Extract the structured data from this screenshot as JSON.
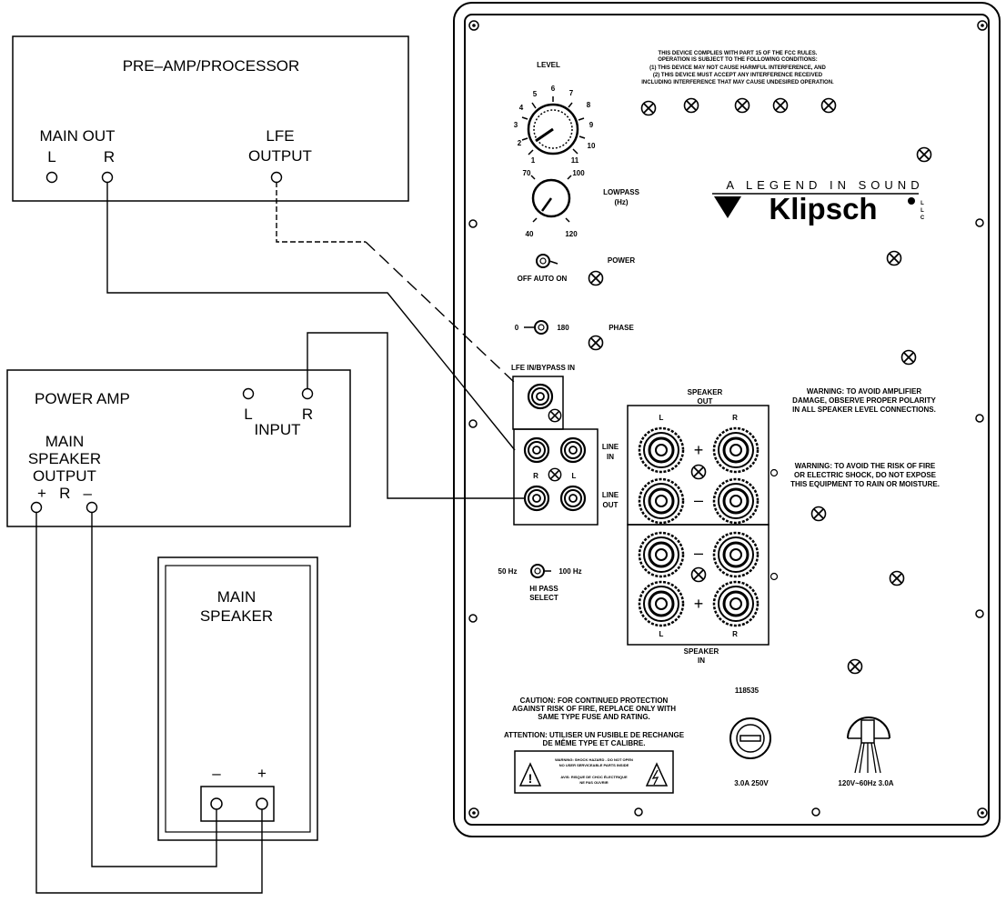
{
  "preamp": {
    "title": "PRE–AMP/PROCESSOR",
    "main_out": "MAIN  OUT",
    "l": "L",
    "r": "R",
    "lfe": "LFE",
    "output": "OUTPUT"
  },
  "power_amp": {
    "title": "POWER AMP",
    "main": "MAIN",
    "speaker": "SPEAKER",
    "output": "OUTPUT",
    "polarity": "+   R   –",
    "l": "L",
    "r": "R",
    "input": "INPUT"
  },
  "main_speaker": {
    "line1": "MAIN",
    "line2": "SPEAKER",
    "minus": "–",
    "plus": "+"
  },
  "panel": {
    "fcc_notice": [
      "THIS DEVICE COMPLIES WITH PART 15 OF THE FCC RULES.",
      "OPERATION IS SUBJECT TO THE FOLLOWING CONDITIONS:",
      "(1) THIS DEVICE MAY NOT CAUSE HARMFUL INTERFERENCE, AND",
      "(2) THIS DEVICE MUST ACCEPT ANY INTERFERENCE RECEIVED",
      "INCLUDING INTERFERENCE THAT MAY CAUSE UNDESIRED OPERATION."
    ],
    "level_label": "LEVEL",
    "level_ticks": [
      "1",
      "2",
      "3",
      "4",
      "5",
      "6",
      "7",
      "8",
      "9",
      "10",
      "11"
    ],
    "lowpass_label": "LOWPASS",
    "lowpass_unit": "(Hz)",
    "lowpass_ticks": [
      "70",
      "100",
      "40",
      "120"
    ],
    "brand_tagline": "A LEGEND IN SOUND",
    "brand_name": "Klipsch",
    "power_switch": "OFF  AUTO  ON",
    "power_label": "POWER",
    "phase_left": "0",
    "phase_right": "180",
    "phase_label": "PHASE",
    "lfe_in": "LFE IN/BYPASS IN",
    "line_in": [
      "LINE",
      "IN"
    ],
    "line_out": [
      "LINE",
      "OUT"
    ],
    "r": "R",
    "l": "L",
    "speaker_out": [
      "SPEAKER",
      "OUT"
    ],
    "speaker_in": [
      "SPEAKER",
      "IN"
    ],
    "plus": "+",
    "minus": "–",
    "warning_polarity": [
      "WARNING:  TO AVOID AMPLIFIER",
      "DAMAGE, OBSERVE PROPER POLARITY",
      "IN ALL SPEAKER LEVEL CONNECTIONS."
    ],
    "warning_fire": [
      "WARNING: TO AVOID THE RISK OF FIRE",
      "OR ELECTRIC SHOCK, DO NOT EXPOSE",
      "THIS EQUIPMENT TO RAIN OR MOISTURE."
    ],
    "hipass_left": "50 Hz",
    "hipass_right": "100 Hz",
    "hipass_label": [
      "HI PASS",
      "SELECT"
    ],
    "caution": [
      "CAUTION:  FOR CONTINUED PROTECTION",
      "AGAINST RISK OF FIRE, REPLACE ONLY WITH",
      "SAME TYPE FUSE AND RATING."
    ],
    "attention": [
      "ATTENTION:  UTILISER UN FUSIBLE DE RECHANGE",
      "DE MÊME TYPE ET CALIBRE."
    ],
    "warning_box": [
      "WARNING: SHOCK HAZARD - DO NOT OPEN",
      "NO USER SERVICEABLE PARTS INSIDE",
      "AVIS: RISQUE DE CHOC ÉLECTRIQUE",
      "NE PAS OUVRIR"
    ],
    "part_number": "118535",
    "fuse_rating": "3.0A  250V",
    "power_rating": "120V~60Hz  3.0A"
  }
}
